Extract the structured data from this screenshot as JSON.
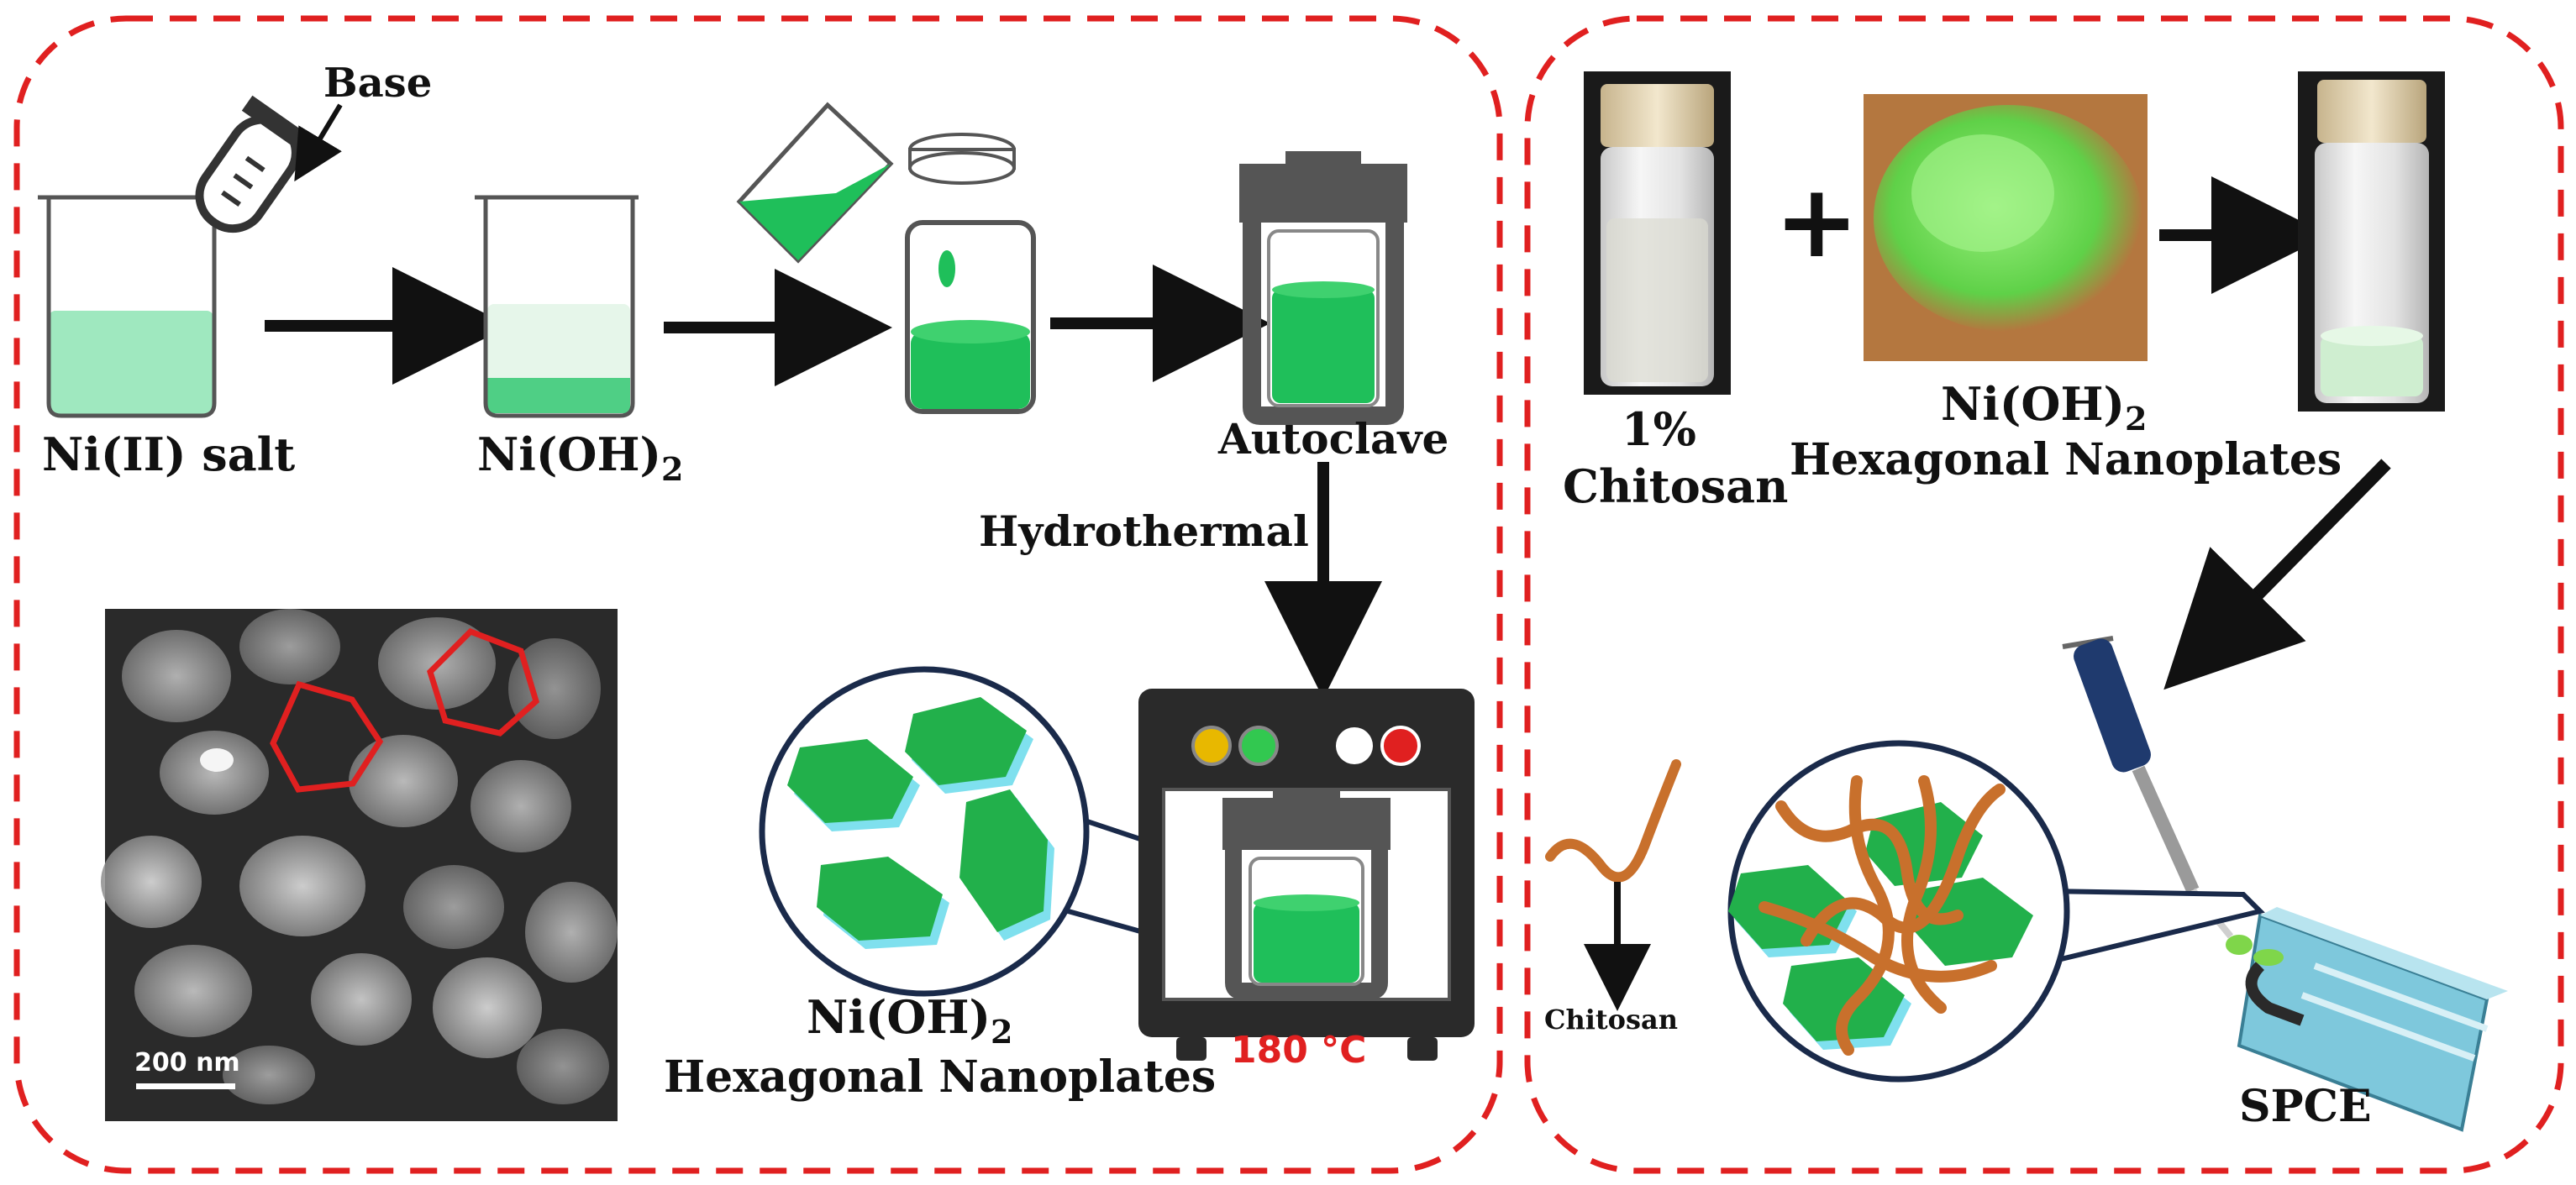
{
  "left_panel": {
    "labels": {
      "base": "Base",
      "ni_salt": "Ni(II) salt",
      "niohh2_base": "Ni(OH)",
      "niohh2_sub": "2",
      "autoclave": "Autoclave",
      "hydrothermal": "Hydrothermal",
      "product_formula_base": "Ni(OH)",
      "product_formula_sub": "2",
      "product_name": "Hexagonal Nanoplates",
      "oven_temp": "180 °C",
      "scale_bar": "200 nm"
    },
    "colors": {
      "solution_green": "#1fbf5a",
      "light_green": "#9fe8bf",
      "plate_green": "#22b04b",
      "plate_edge": "#7fe0ee",
      "temp_red": "#e02020"
    }
  },
  "right_panel": {
    "labels": {
      "chitosan_pct": "1%",
      "chitosan": "Chitosan",
      "plus": "+",
      "powder_formula_base": "Ni(OH)",
      "powder_formula_sub": "2",
      "powder_name": "Hexagonal Nanoplates",
      "chitosan_small": "Chitosan",
      "spce": "SPCE"
    },
    "colors": {
      "powder_green": "#73e05a",
      "powder_bg": "#b4773f",
      "chitosan_brown": "#c8702c"
    }
  },
  "frame": {
    "border_color": "#e02020"
  }
}
